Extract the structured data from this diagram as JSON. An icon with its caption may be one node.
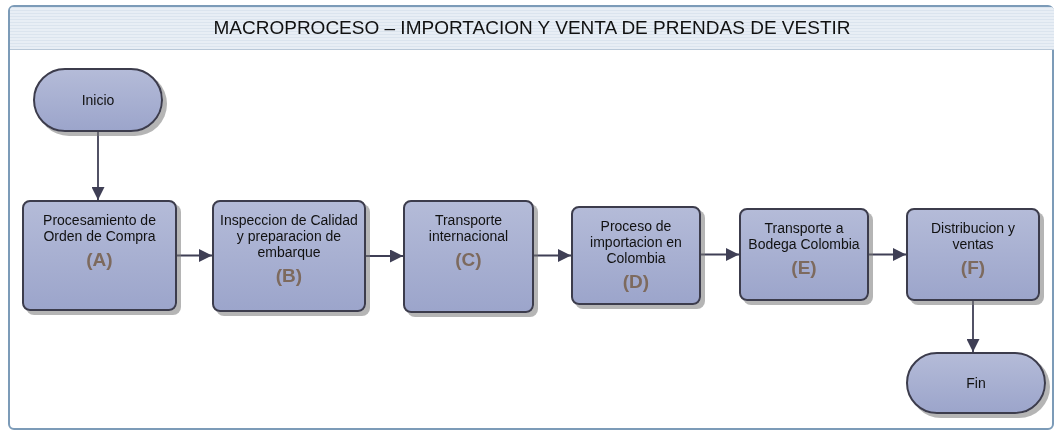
{
  "diagram": {
    "title": "MACROPROCESO – IMPORTACION Y VENTA DE PRENDAS DE VESTIR",
    "nodes": [
      {
        "text": [
          "Inicio"
        ]
      },
      {
        "text": [
          "Procesamiento de Orden de Compra",
          "(A)"
        ]
      },
      {
        "text": [
          "Inspeccion de Calidad y preparacion de embarque",
          "(B)"
        ]
      },
      {
        "text": [
          "Transporte internacional",
          "(C)"
        ]
      },
      {
        "text": [
          "Proceso de importacion en Colombia",
          "(D)"
        ]
      },
      {
        "text": [
          "Transporte a Bodega Colombia",
          "(E)"
        ]
      },
      {
        "text": [
          "Distribucion y ventas",
          "(F)"
        ]
      },
      {
        "text": [
          "Fin"
        ]
      }
    ],
    "edges": [
      {
        "from": 0,
        "to": 1,
        "arrow": "to"
      },
      {
        "from": 1,
        "to": 2,
        "arrow": "to"
      },
      {
        "from": 2,
        "to": 3,
        "arrow": "to"
      },
      {
        "from": 3,
        "to": 4,
        "arrow": "to"
      },
      {
        "from": 4,
        "to": 5,
        "arrow": "to"
      },
      {
        "from": 5,
        "to": 6,
        "arrow": "to"
      },
      {
        "from": 6,
        "to": 7,
        "arrow": "to"
      }
    ]
  }
}
